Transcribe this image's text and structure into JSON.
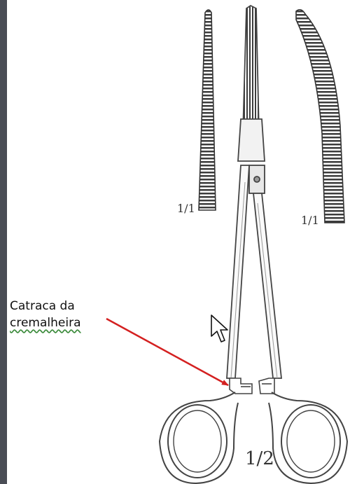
{
  "callout": {
    "line1": "Catraca da",
    "line2": "cremalheira"
  },
  "labels": {
    "straight_tip": "1/1",
    "curved_tip": "1/1",
    "main_scale": "1/2"
  },
  "colors": {
    "arrow": "#d42020",
    "steel": "#5b5b5b",
    "left_bar": "#4a4d55",
    "spellcheck_underline": "#3a8a3a"
  },
  "icons": {
    "cursor": "mouse-pointer-icon"
  }
}
